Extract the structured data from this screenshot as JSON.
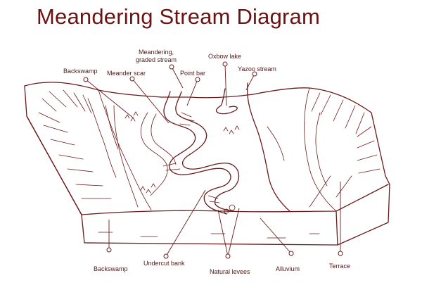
{
  "title": "Meandering Stream Diagram",
  "labels": {
    "backswamp_top": "Backswamp",
    "meander_scar": "Meander scar",
    "meandering_graded_stream_1": "Meandering,",
    "meandering_graded_stream_2": "graded stream",
    "point_bar": "Point bar",
    "oxbow_lake": "Oxbow lake",
    "yazoo_stream": "Yazoo stream",
    "backswamp_bottom": "Backswamp",
    "undercut_bank": "Undercut bank",
    "natural_levees": "Natural levees",
    "alluvium": "Alluvium",
    "terrace": "Terrace"
  },
  "colors": {
    "line": "#6b1a1a",
    "title": "#6b1212",
    "background": "#ffffff"
  }
}
